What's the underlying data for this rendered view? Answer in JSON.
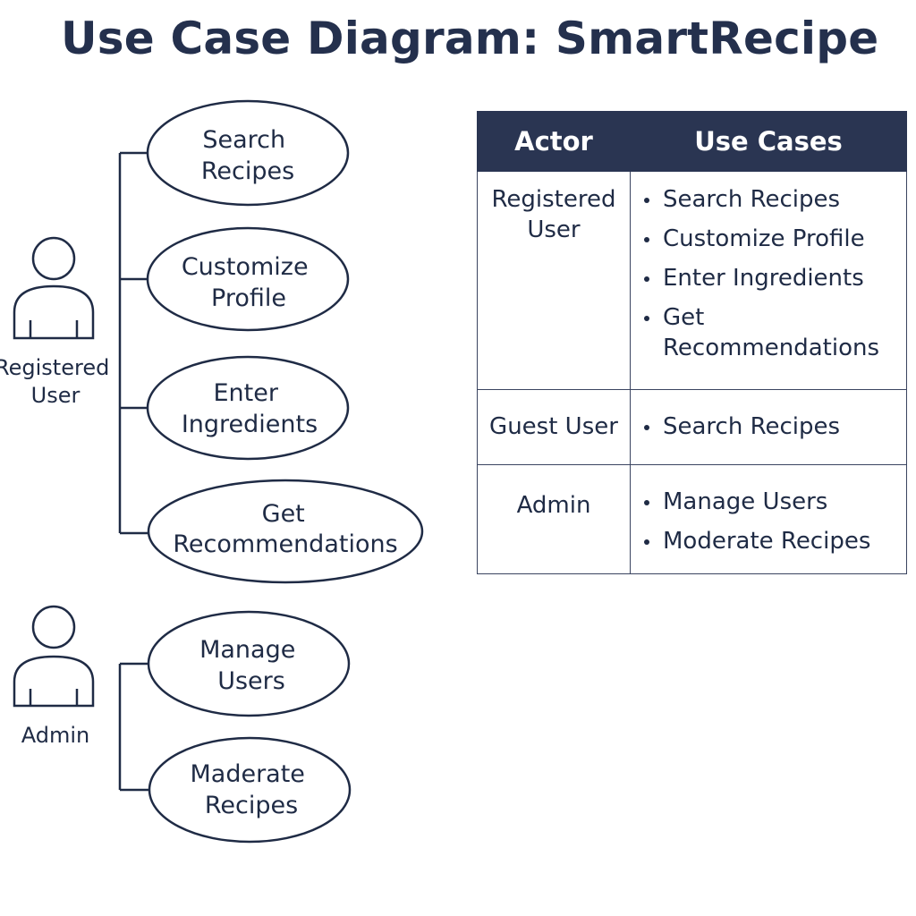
{
  "title": "Use Case Diagram: SmartRecipe",
  "diagram": {
    "actors": [
      {
        "id": "registered-user",
        "label_lines": [
          "Registered",
          "User"
        ]
      },
      {
        "id": "admin",
        "label_lines": [
          "Admin"
        ]
      }
    ],
    "use_cases": [
      {
        "id": "search-recipes",
        "actor": "registered-user",
        "label_lines": [
          "Search",
          "Recipes"
        ]
      },
      {
        "id": "customize-profile",
        "actor": "registered-user",
        "label_lines": [
          "Customize",
          "Profile"
        ]
      },
      {
        "id": "enter-ingredients",
        "actor": "registered-user",
        "label_lines": [
          "Enter",
          "Ingredients"
        ]
      },
      {
        "id": "get-recommendations",
        "actor": "registered-user",
        "label_lines": [
          "Get",
          "Recommendations"
        ]
      },
      {
        "id": "manage-users",
        "actor": "admin",
        "label_lines": [
          "Manage",
          "Users"
        ]
      },
      {
        "id": "moderate-recipes",
        "actor": "admin",
        "label_lines": [
          "Maderate",
          "Recipes"
        ]
      }
    ]
  },
  "table": {
    "headers": {
      "actor": "Actor",
      "use_cases": "Use Cases"
    },
    "rows": [
      {
        "actor_lines": [
          "Registered",
          "User"
        ],
        "use_cases": [
          "Search Recipes",
          "Customize Profile",
          "Enter Ingredients",
          "Get Recommendations"
        ]
      },
      {
        "actor_lines": [
          "Guest User"
        ],
        "use_cases": [
          "Search Recipes"
        ]
      },
      {
        "actor_lines": [
          "Admin"
        ],
        "use_cases": [
          "Manage Users",
          "Moderate Recipes"
        ]
      }
    ]
  },
  "colors": {
    "ink": "#1f2b45",
    "header_bg": "#2a3552",
    "header_text": "#ffffff",
    "background": "#ffffff"
  }
}
